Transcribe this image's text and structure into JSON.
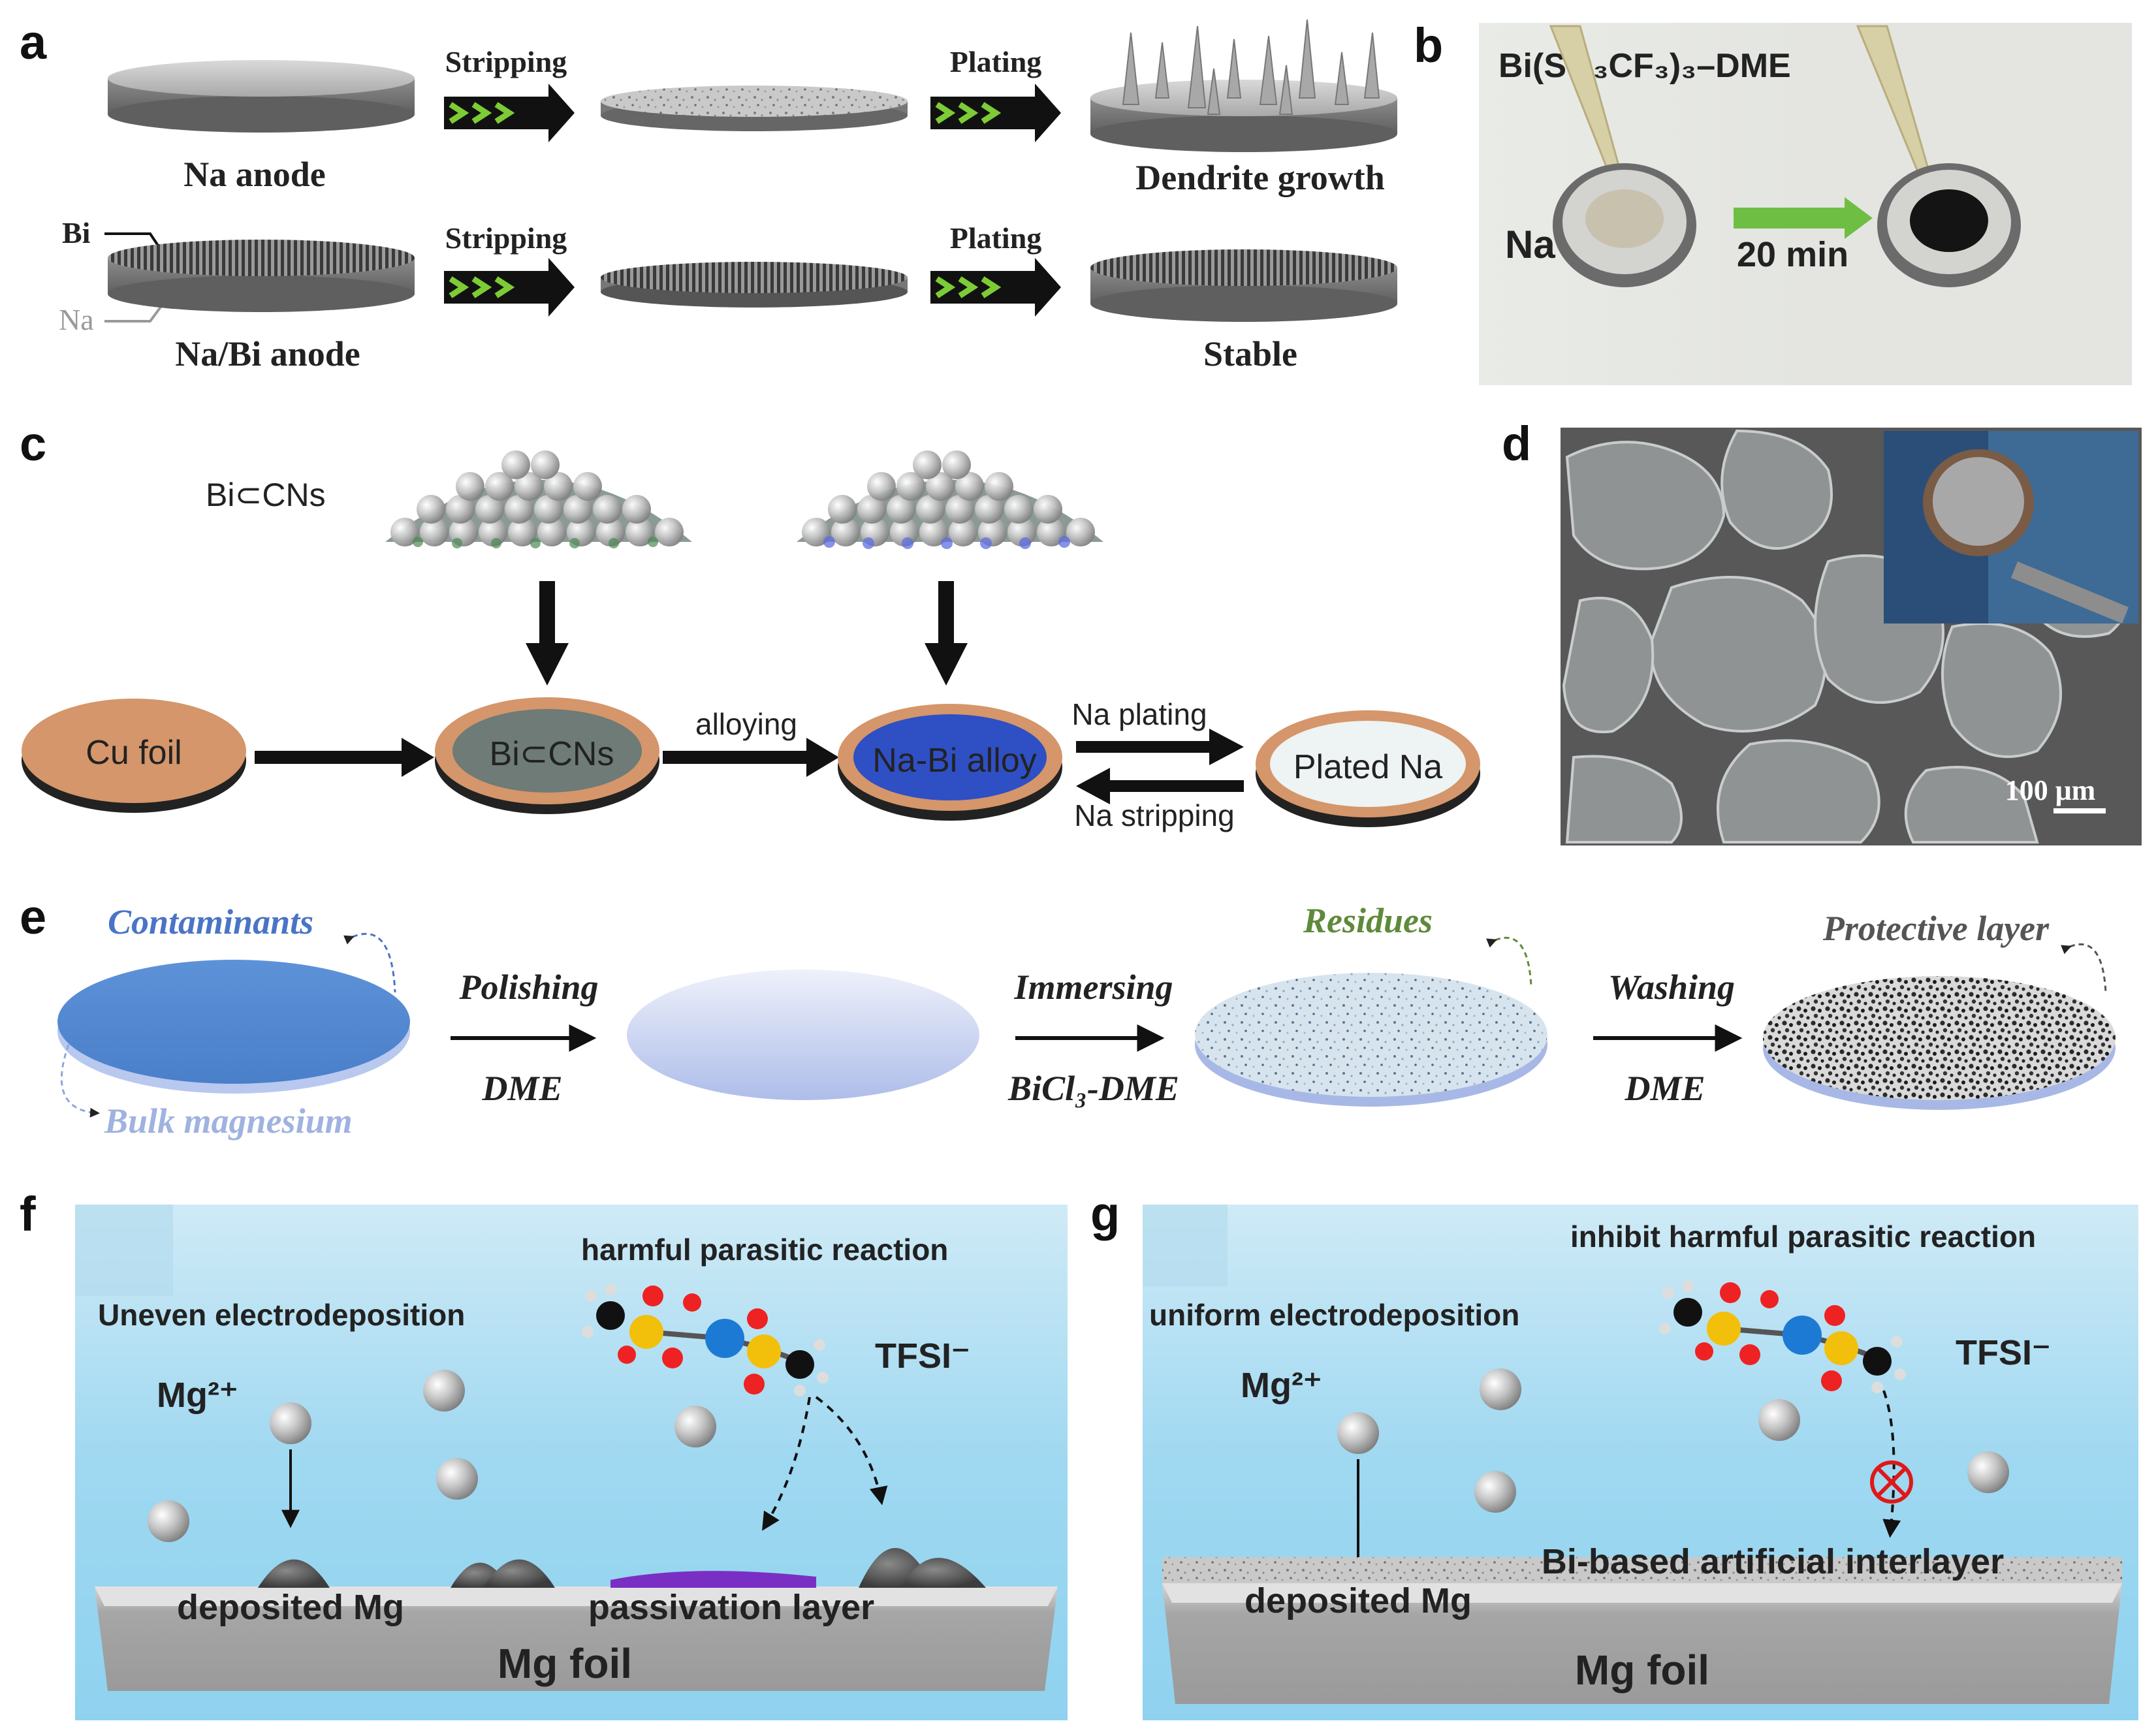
{
  "panels": {
    "a": {
      "letter": "a",
      "stripping": "Stripping",
      "plating": "Plating",
      "na_anode": "Na anode",
      "dendrite": "Dendrite growth",
      "bi": "Bi",
      "na": "Na",
      "nabi_anode": "Na/Bi anode",
      "stable": "Stable"
    },
    "b": {
      "letter": "b",
      "title": "Bi(SO₃CF₃)₃–DME",
      "na": "Na",
      "time": "20 min"
    },
    "c": {
      "letter": "c",
      "bicns": "Bi⊂CNs",
      "cu_foil": "Cu foil",
      "bicns_disc": "Bi⊂CNs",
      "alloying": "alloying",
      "nabi_alloy": "Na-Bi alloy",
      "na_plating": "Na plating",
      "na_stripping": "Na stripping",
      "plated_na": "Plated Na"
    },
    "d": {
      "letter": "d",
      "scale": "100 μm"
    },
    "e": {
      "letter": "e",
      "contaminants": "Contaminants",
      "bulk_mg": "Bulk magnesium",
      "polishing": "Polishing",
      "dme1": "DME",
      "immersing": "Immersing",
      "bicl3": "BiCl₃-DME",
      "residues": "Residues",
      "washing": "Washing",
      "dme2": "DME",
      "protective": "Protective layer"
    },
    "f": {
      "letter": "f",
      "harmful": "harmful parasitic reaction",
      "uneven": "Uneven electrodeposition",
      "mg2": "Mg²⁺",
      "tfsi": "TFSI⁻",
      "deposited": "deposited Mg",
      "passivation": "passivation layer",
      "foil": "Mg foil"
    },
    "g": {
      "letter": "g",
      "inhibit": "inhibit harmful parasitic reaction",
      "uniform": "uniform electrodeposition",
      "mg2": "Mg²⁺",
      "tfsi": "TFSI⁻",
      "interlayer": "Bi-based artificial interlayer",
      "deposited": "deposited Mg",
      "foil": "Mg foil"
    }
  },
  "colors": {
    "copper": "#d4966a",
    "alloy_blue": "#2f4fc4",
    "solution_blue": "#a8ddf3",
    "mg_blue": "#5b8fd6",
    "arrow_green": "#6fbe44"
  }
}
